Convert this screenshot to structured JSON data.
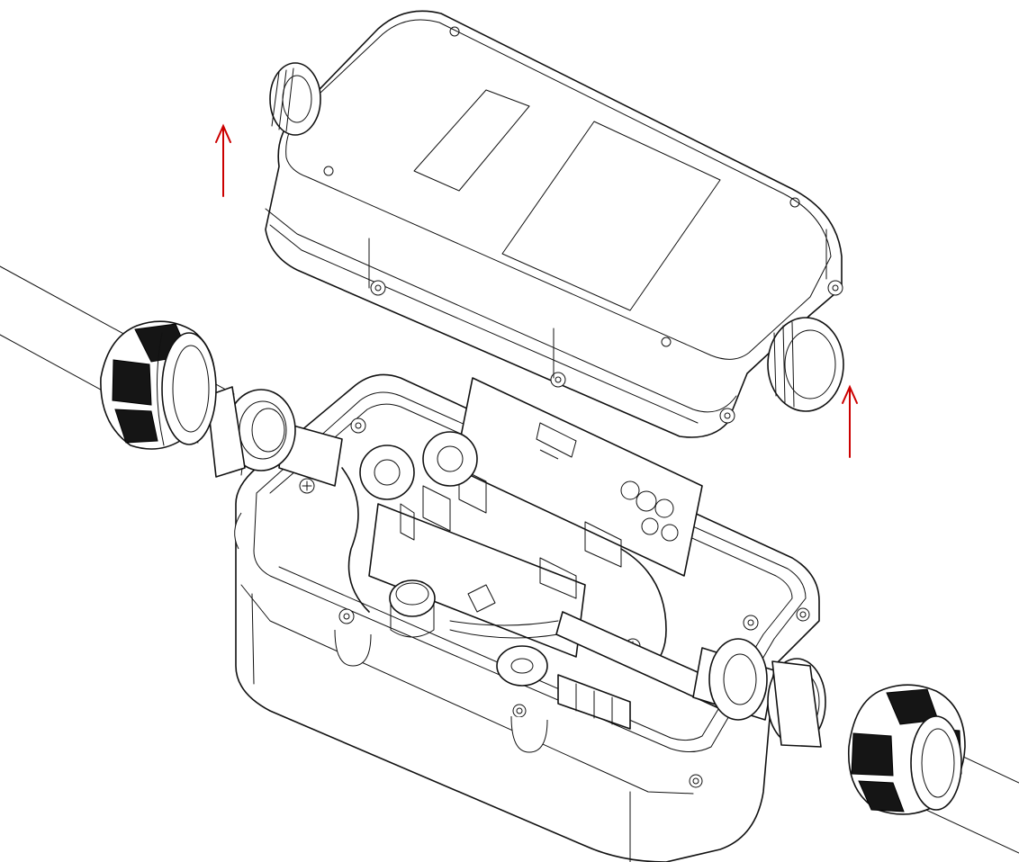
{
  "figure": {
    "description_visible_text": "",
    "colors": {
      "line": "#111111",
      "arrow": "#cc0000",
      "background": "#ffffff",
      "gland_fill": "#151515"
    },
    "parts": [
      {
        "name": "enclosure-lid",
        "icon": "lid-shape"
      },
      {
        "name": "enclosure-base",
        "icon": "box-shape"
      },
      {
        "name": "pcb-board",
        "icon": "circuit-board"
      },
      {
        "name": "cable-gland-left",
        "icon": "gland-nut"
      },
      {
        "name": "cable-gland-right",
        "icon": "gland-nut"
      },
      {
        "name": "lift-arrow-left",
        "icon": "arrow-up"
      },
      {
        "name": "lift-arrow-right",
        "icon": "arrow-up"
      }
    ]
  }
}
